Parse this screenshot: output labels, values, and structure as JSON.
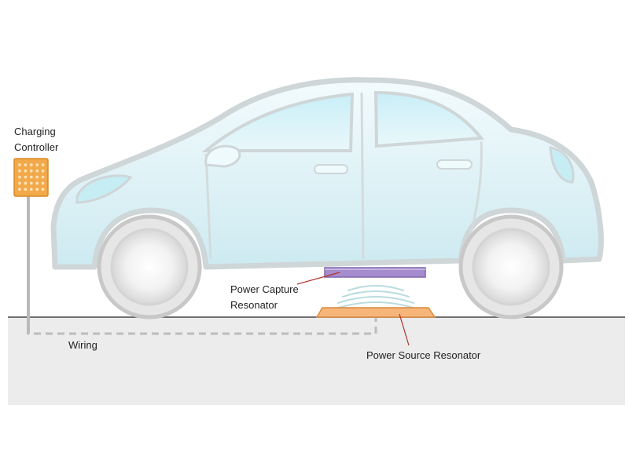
{
  "labels": {
    "charging_controller_line1": "Charging",
    "charging_controller_line2": "Controller",
    "wiring": "Wiring",
    "power_capture_line1": "Power Capture",
    "power_capture_line2": "Resonator",
    "power_source": "Power Source Resonator"
  },
  "colors": {
    "car_body": "#def3f7",
    "car_outline": "#cfd6d8",
    "controller": "#f1a94a",
    "capture_resonator": "#a58ccd",
    "source_resonator": "#f7b57a",
    "leader_line": "#b5302c",
    "ground": "#ececec",
    "wiring": "#aaaaaa"
  }
}
